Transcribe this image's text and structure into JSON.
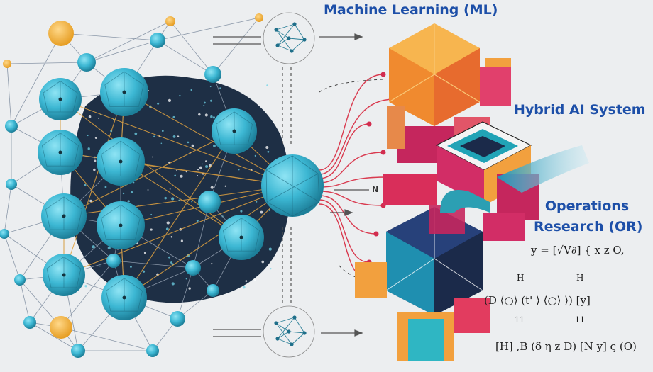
{
  "labels": {
    "machine_learning": "Machine Learning (ML)",
    "hybrid_system": "Hybrid AI System",
    "operations_research_line1": "Operations",
    "operations_research_line2": "Research (OR)"
  },
  "flow_tag": "N",
  "formulas": {
    "row1": "y = [√V∂] { x z O,",
    "row2a": "H",
    "row2b": "H",
    "row3": "(D ⟨○⟩ (t' ⟩ ⟨○⟩ ⟩) [y]",
    "row4a": "11",
    "row4b": "11",
    "row5": "[H] ,B (δ η z D) [N y] ς (O)"
  },
  "colors": {
    "label_blue": "#1d4fa8",
    "sphere_cyan": "#3cb7d3",
    "node_gold": "#f2b23d",
    "cube_orange": "#f09a3a",
    "cube_magenta": "#d22d66",
    "cube_navy": "#1b2a4a",
    "teal": "#2c9fb3"
  }
}
